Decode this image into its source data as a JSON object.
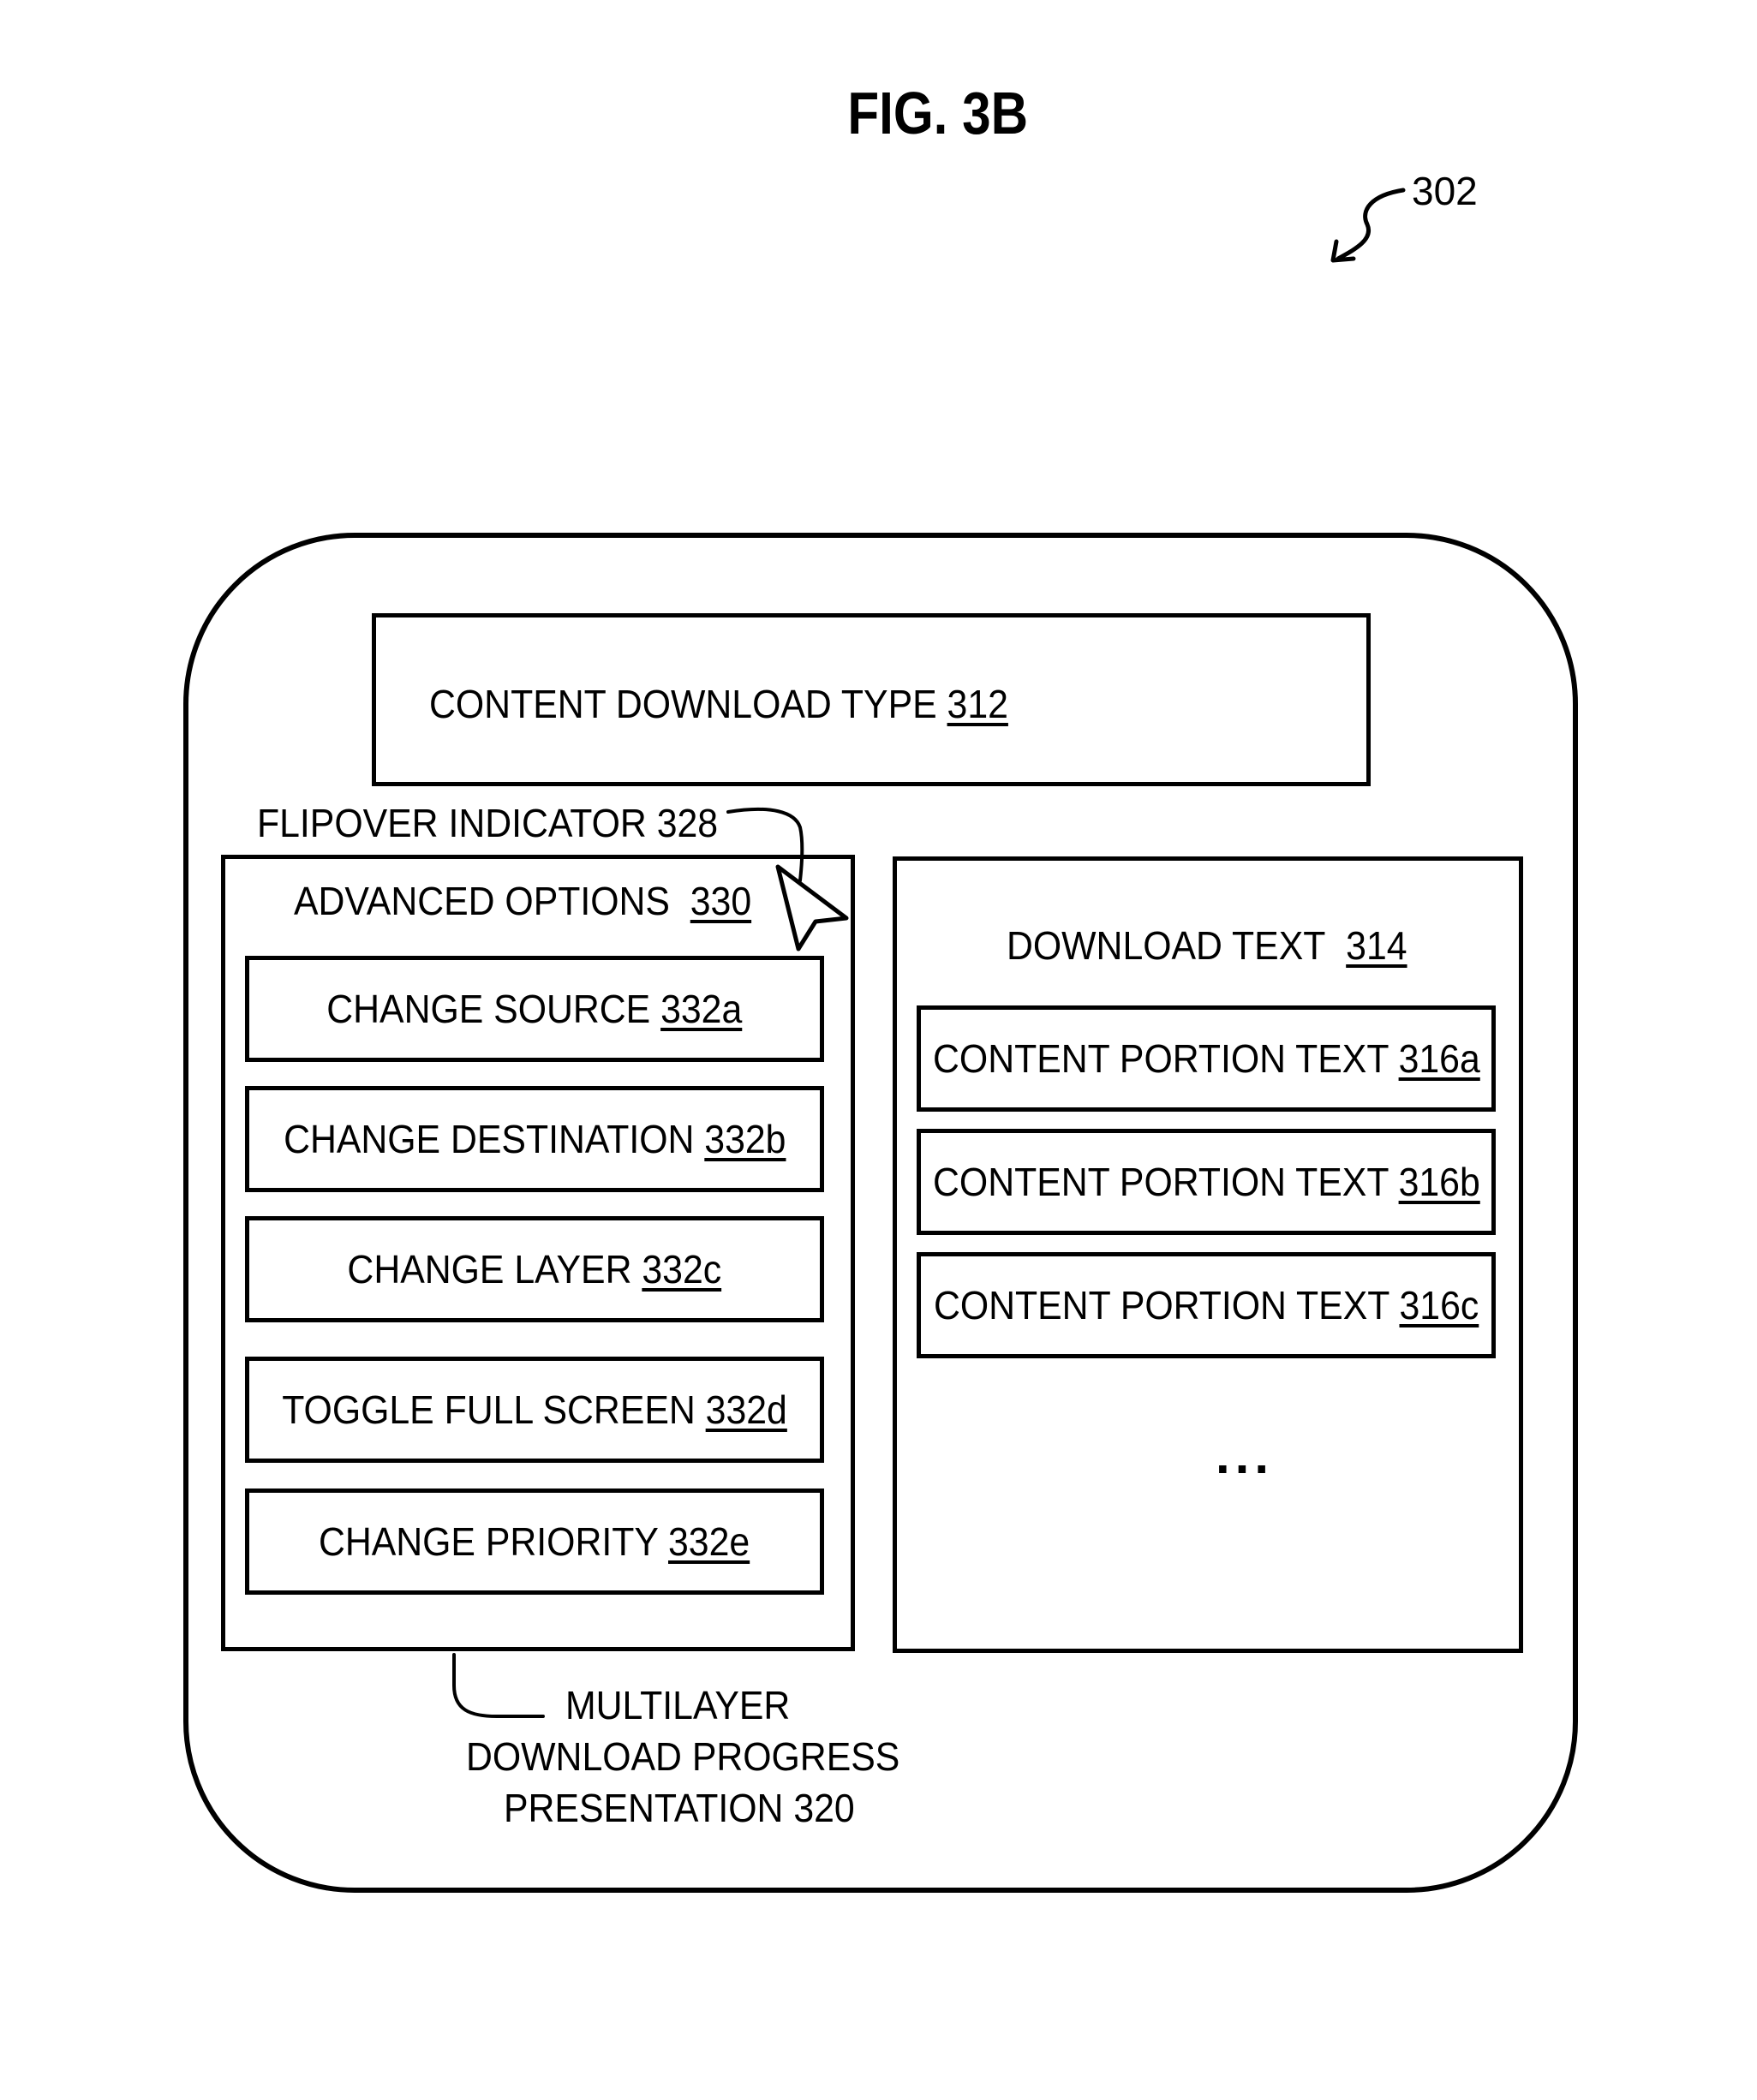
{
  "figure": {
    "title": "FIG. 3B",
    "ref_302": "302"
  },
  "header_box": {
    "label": "CONTENT DOWNLOAD TYPE",
    "ref": "312"
  },
  "flipover": {
    "label": "FLIPOVER INDICATOR 328"
  },
  "advanced_options": {
    "label": "ADVANCED OPTIONS",
    "ref": "330",
    "buttons": [
      {
        "label": "CHANGE SOURCE",
        "ref": "332a"
      },
      {
        "label": "CHANGE DESTINATION",
        "ref": "332b"
      },
      {
        "label": "CHANGE LAYER",
        "ref": "332c"
      },
      {
        "label": "TOGGLE FULL SCREEN",
        "ref": "332d"
      },
      {
        "label": "CHANGE PRIORITY",
        "ref": "332e"
      }
    ]
  },
  "download_text": {
    "label": "DOWNLOAD TEXT",
    "ref": "314",
    "items": [
      {
        "label": "CONTENT PORTION TEXT",
        "ref": "316a"
      },
      {
        "label": "CONTENT PORTION TEXT",
        "ref": "316b"
      },
      {
        "label": "CONTENT PORTION TEXT",
        "ref": "316c"
      }
    ],
    "ellipsis": "..."
  },
  "multilayer": {
    "line1": "MULTILAYER",
    "line2": "DOWNLOAD PROGRESS",
    "line3": "PRESENTATION 320"
  }
}
